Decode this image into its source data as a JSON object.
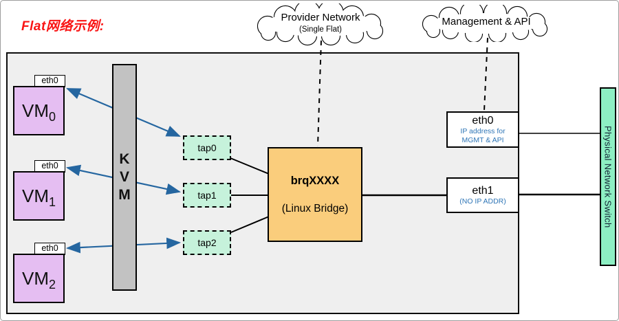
{
  "title": "Flat网络示例:",
  "clouds": {
    "provider": {
      "title": "Provider Network",
      "subtitle": "(Single Flat)"
    },
    "management": {
      "title": "Management & API"
    }
  },
  "compute_host": {
    "vms": [
      {
        "name": "VM",
        "index": "0",
        "nic_label": "eth0"
      },
      {
        "name": "VM",
        "index": "1",
        "nic_label": "eth0"
      },
      {
        "name": "VM",
        "index": "2",
        "nic_label": "eth0"
      }
    ],
    "hypervisor": {
      "letters": [
        "K",
        "V",
        "M"
      ]
    },
    "taps": [
      {
        "label": "tap0"
      },
      {
        "label": "tap1"
      },
      {
        "label": "tap2"
      }
    ],
    "bridge": {
      "name": "brqXXXX",
      "type": "(Linux Bridge)"
    },
    "physical_nics": [
      {
        "name": "eth0",
        "note": "IP address for MGMT & API"
      },
      {
        "name": "eth1",
        "note": "(NO IP ADDR)"
      }
    ]
  },
  "physical_switch": {
    "label": "Physical Network Switch"
  },
  "colors": {
    "title_red": "#f91414",
    "vm_fill": "#e5bef2",
    "tap_fill": "#c6f2db",
    "bridge_fill": "#facd7c",
    "kvm_fill": "#c2c2c2",
    "switch_fill": "#8defc3",
    "arrow_blue": "#2566a0",
    "nic_note_blue": "#2e75b6",
    "host_bg": "#efefef"
  }
}
